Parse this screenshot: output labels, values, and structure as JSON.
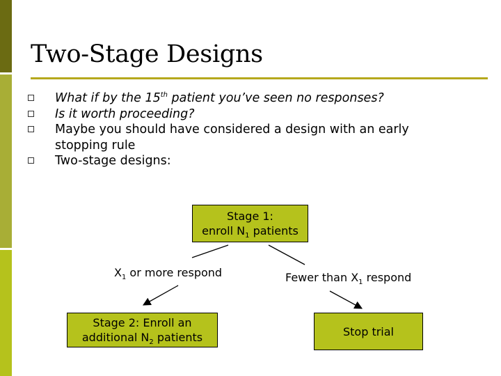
{
  "title": "Two-Stage Designs",
  "bullets": [
    {
      "pre": "What if by the 15",
      "sup": "th",
      "post": " patient you’ve seen no responses?"
    },
    {
      "text": "Is it worth proceeding?"
    },
    {
      "line1": "Maybe you should have considered a design with an early",
      "line2": "stopping rule"
    },
    {
      "text": "Two-stage designs:"
    }
  ],
  "diagram": {
    "stage1": {
      "line1": "Stage 1:",
      "line2_pre": "enroll N",
      "line2_sub": "1",
      "line2_post": " patients"
    },
    "left_branch": {
      "pre": "X",
      "sub": "1",
      "post": " or more respond"
    },
    "right_branch": {
      "pre": "Fewer than X",
      "sub": "1",
      "post": " respond"
    },
    "stage2": {
      "line1": "Stage 2: Enroll an",
      "line2_pre": "additional N",
      "line2_sub": "2",
      "line2_post": " patients"
    },
    "stop": {
      "text": "Stop trial"
    }
  },
  "colors": {
    "box_fill": "#b5c21c",
    "title_rule": "#b5a81c",
    "sidebar_dark": "#6b6b12",
    "sidebar_mid": "#a8ae36",
    "sidebar_light": "#b5c21c"
  }
}
